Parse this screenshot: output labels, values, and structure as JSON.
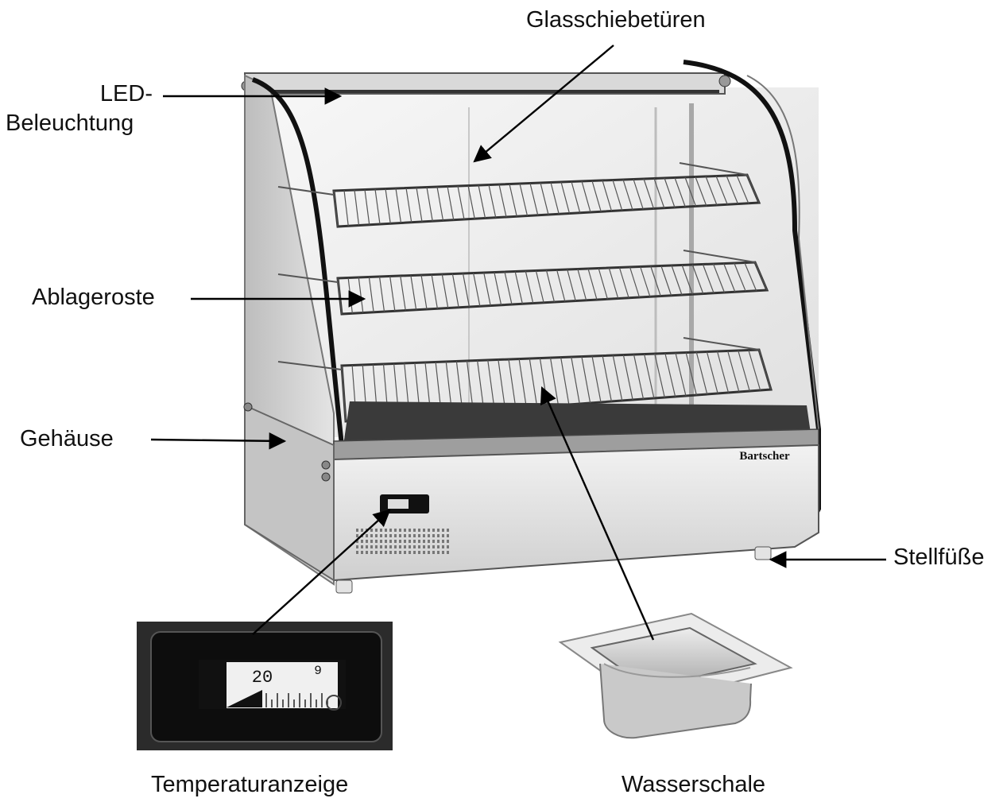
{
  "labels": {
    "glass_doors": "Glasschiebetüren",
    "led_line1": "LED-",
    "led_line2": "Beleuchtung",
    "racks": "Ablageroste",
    "housing": "Gehäuse",
    "feet": "Stellfüße",
    "temp_display": "Temperaturanzeige",
    "water_tray": "Wasserschale"
  },
  "brand": "Bartscher",
  "display_reading": "20",
  "display_reading_right": "9"
}
